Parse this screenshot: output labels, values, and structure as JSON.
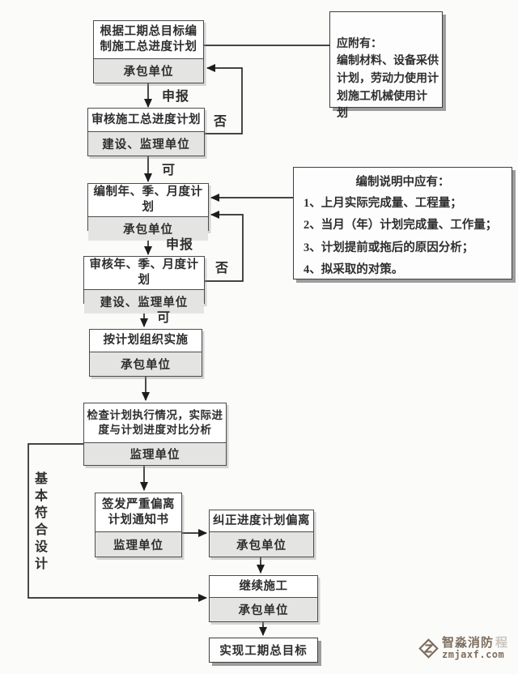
{
  "colors": {
    "background": "#fbfbfa",
    "box_border": "#4c4c4c",
    "subsection_bg": "#e4e4e3",
    "line": "#232323",
    "watermark": "#7e6e5e"
  },
  "boxes": [
    {
      "title": "根据工期总目标编\n制施工总进度计划",
      "org": "承包单位"
    },
    {
      "title": "审核施工总进度计划",
      "org": "建设、监理单位"
    },
    {
      "title": "编制年、季、月度计划",
      "org": "承包单位"
    },
    {
      "title": "审核年、季、月度计划",
      "org": "建设、监理单位"
    },
    {
      "title": "按计划组织实施",
      "org": "承包单位"
    },
    {
      "title": "检查计划执行情况，实际进\n度与计划进度对比分析",
      "org": "监理单位"
    },
    {
      "title": "签发严重偏离\n计划通知书",
      "org": "监理单位"
    },
    {
      "title": "纠正进度计划偏离",
      "org": "承包单位"
    },
    {
      "title": "继续施工",
      "org": "承包单位"
    }
  ],
  "final_box": {
    "title": "实现工期总目标"
  },
  "edge_labels": [
    {
      "text": "申报"
    },
    {
      "text": "否"
    },
    {
      "text": "可"
    },
    {
      "text": "申报"
    },
    {
      "text": "否"
    },
    {
      "text": "可"
    }
  ],
  "notes": {
    "attachment": {
      "text": "应附有：\n编制材料、设备采供\n计划，劳动力使用计\n划施工机械使用计\n划"
    },
    "explanation": {
      "title": "编制说明中应有：",
      "items": "1、上月实际完成量、工程量；\n2、当月（年）计划完成量、工作量；\n3、计划提前或拖后的原因分析；\n4、拟采取的对策。"
    }
  },
  "side_label": {
    "text": "基本符合设计"
  },
  "watermark": {
    "brand": "智淼消防",
    "faint_char": "程",
    "domain": "zmjaxf.com"
  }
}
